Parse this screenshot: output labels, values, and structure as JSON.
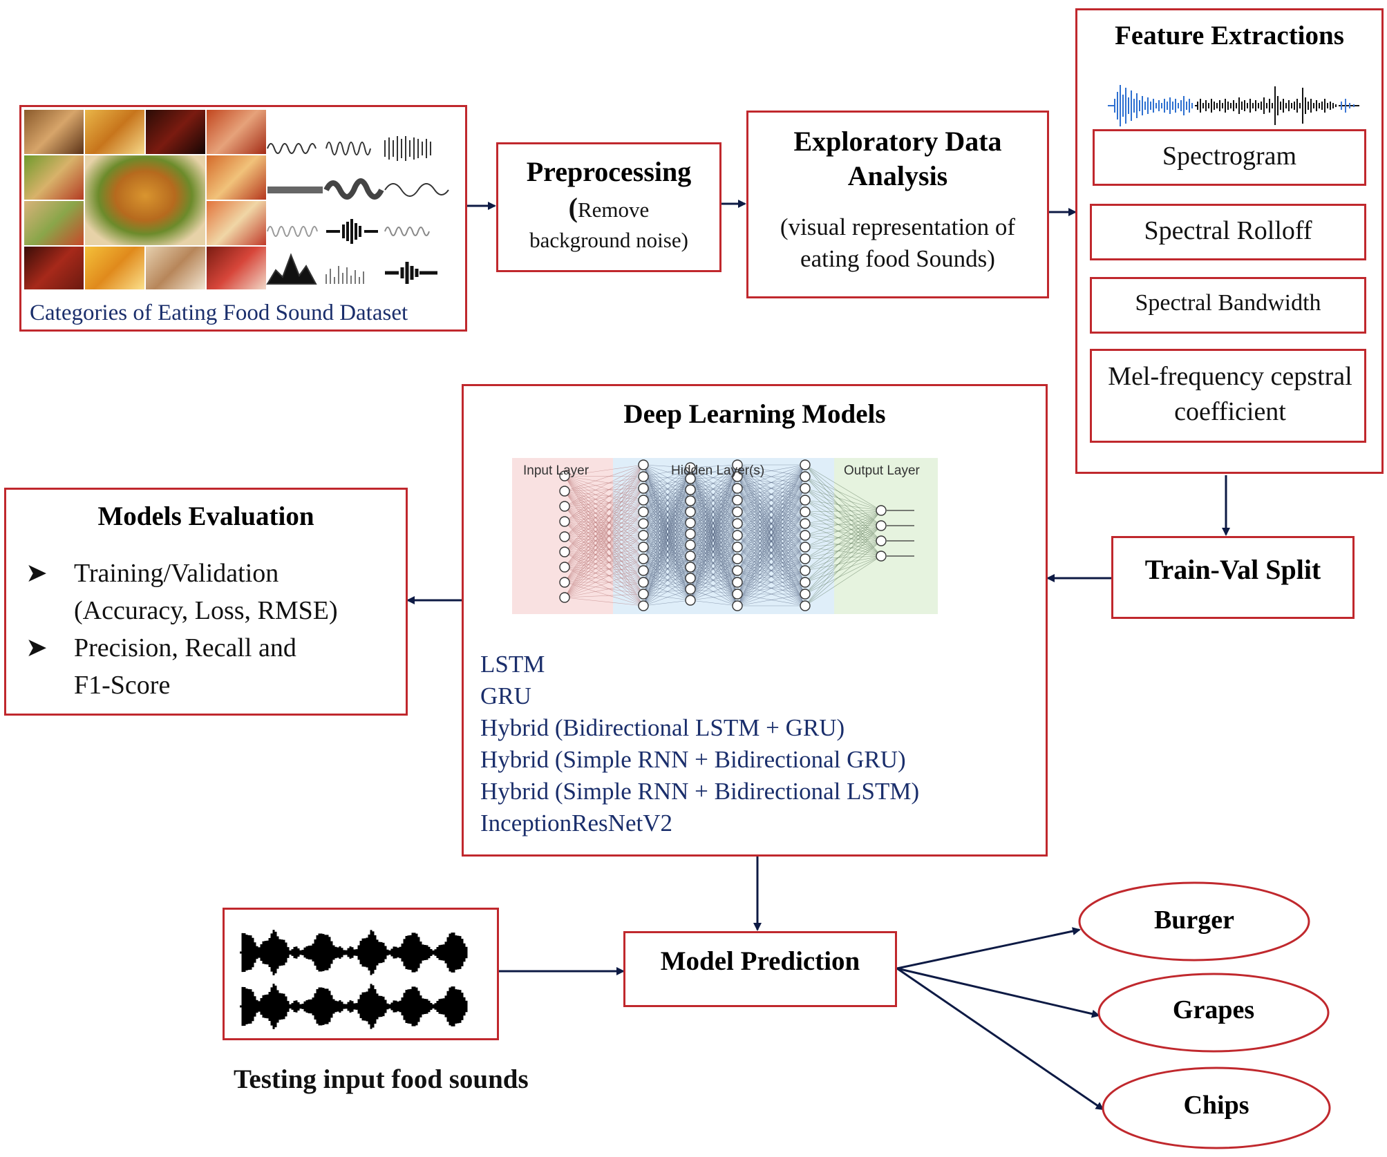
{
  "dataset": {
    "caption": "Categories of Eating Food Sound Dataset",
    "food_photos": [
      "donuts-photo",
      "fries-photo",
      "cola-photo",
      "pizza-photo",
      "salad-sandwich-photo",
      "burger-photo",
      "pizza-slice-photo",
      "sandwich-photo",
      "fruit-photo",
      "soda-photo",
      "chips-photo",
      "drink-cup-photo",
      "sauce-photo"
    ]
  },
  "preprocessing": {
    "title": "Preprocessing",
    "paren_open": "(",
    "sub_line1": "Remove",
    "sub_line2": "background noise)"
  },
  "eda": {
    "title_line1": "Exploratory Data",
    "title_line2": "Analysis",
    "sub_line1": "(visual representation of",
    "sub_line2": "eating food Sounds)"
  },
  "features": {
    "title": "Feature Extractions",
    "items": [
      "Spectrogram",
      "Spectral Rolloff",
      "Spectral Bandwidth",
      "Mel-frequency cepstral coefficient"
    ]
  },
  "deep_learning": {
    "title": "Deep Learning Models",
    "layers": [
      "Input Layer",
      "Hidden Layer(s)",
      "Output Layer"
    ],
    "models": [
      "LSTM",
      "GRU",
      "Hybrid (Bidirectional LSTM + GRU)",
      "Hybrid (Simple RNN + Bidirectional GRU)",
      "Hybrid (Simple RNN + Bidirectional LSTM)",
      "InceptionResNetV2"
    ]
  },
  "train_val": {
    "title": "Train-Val Split"
  },
  "evaluation": {
    "title": "Models Evaluation",
    "bullets": [
      [
        "Training/Validation",
        "(Accuracy, Loss, RMSE)"
      ],
      [
        "Precision, Recall and",
        "F1-Score"
      ]
    ]
  },
  "prediction": {
    "title": "Model Prediction"
  },
  "testing": {
    "caption": "Testing input food sounds"
  },
  "outputs": [
    "Burger",
    "Grapes",
    "Chips"
  ],
  "colors": {
    "border": "#c0282d",
    "arrow": "#0d1a44",
    "model_text": "#1a2e6b"
  }
}
